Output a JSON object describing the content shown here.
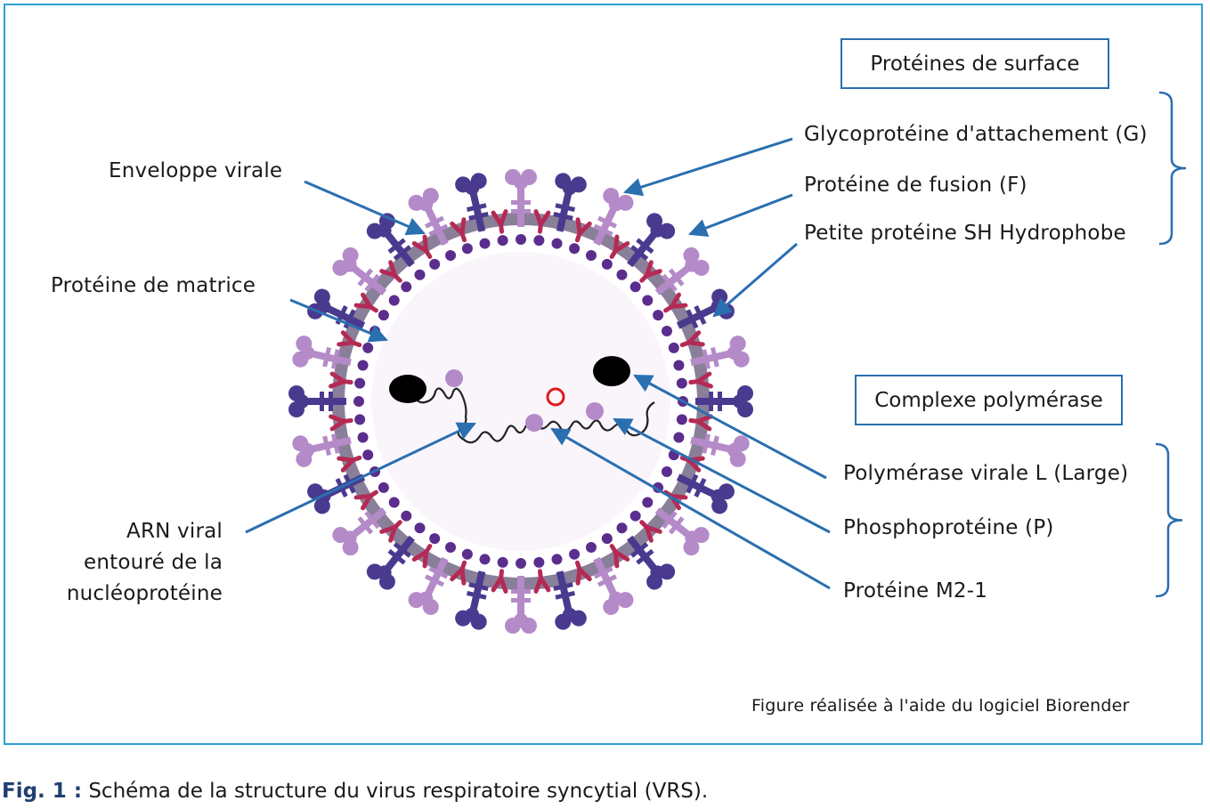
{
  "labels": {
    "envelope": "Enveloppe virale",
    "matrix": "Protéine de matrice",
    "rna_line1": "ARN viral",
    "rna_line2": "entouré de la",
    "rna_line3": "nucléoprotéine",
    "glyco_g": "Glycoprotéine d'attachement (G)",
    "fusion_f": "Protéine de fusion (F)",
    "sh": "Petite protéine SH Hydrophobe",
    "polymerase_l": "Polymérase virale  L (Large)",
    "phospho_p": "Phosphoprotéine (P)",
    "m2_1": "Protéine M2-1"
  },
  "boxes": {
    "surface": "Protéines de surface",
    "polymerase": "Complexe polymérase"
  },
  "credit": "Figure réalisée à l'aide du logiciel Biorender",
  "caption": {
    "label": "Fig. 1 :",
    "text": " Schéma de la structure du virus respiratoire syncytial (VRS)."
  },
  "colors": {
    "frame": "#2f9fd6",
    "arrow": "#2a6fb0",
    "membrane": "#8a7f98",
    "matrix_dot": "#5b2d8c",
    "interior": "#faf5fb",
    "spike_dark": "#4a3a8f",
    "spike_light": "#b48ac8",
    "sh_protein": "#b52a55",
    "polymerase_l": "#000000",
    "phosphoprotein": "#b48ac8",
    "m2_1_ring": "#e01b1b"
  }
}
